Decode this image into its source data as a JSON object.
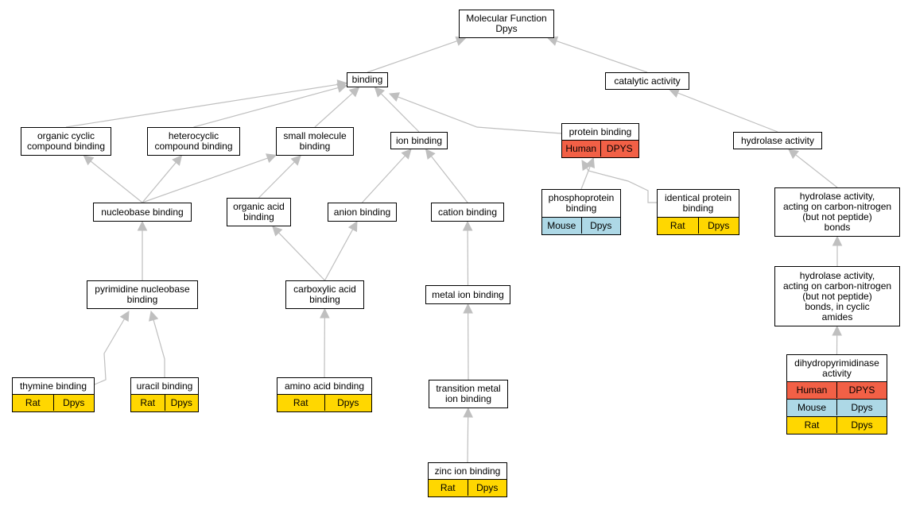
{
  "colors": {
    "edge": "#bfbfbf",
    "human": "#f26046",
    "mouse": "#add8e6",
    "rat": "#ffd700"
  },
  "nodes": [
    {
      "id": "mf",
      "lines": [
        "Molecular Function",
        "Dpys"
      ],
      "annotations": []
    },
    {
      "id": "binding",
      "lines": [
        "binding"
      ],
      "annotations": []
    },
    {
      "id": "catalytic",
      "lines": [
        "catalytic activity"
      ],
      "annotations": []
    },
    {
      "id": "organic-cyclic",
      "lines": [
        "organic cyclic",
        "compound binding"
      ],
      "annotations": []
    },
    {
      "id": "heterocyclic",
      "lines": [
        "heterocyclic",
        "compound binding"
      ],
      "annotations": []
    },
    {
      "id": "small-molecule",
      "lines": [
        "small molecule",
        "binding"
      ],
      "annotations": []
    },
    {
      "id": "ion",
      "lines": [
        "ion binding"
      ],
      "annotations": []
    },
    {
      "id": "protein",
      "lines": [
        "protein binding"
      ],
      "annotations": [
        {
          "species": "Human",
          "gene": "DPYS",
          "color": "#f26046"
        }
      ]
    },
    {
      "id": "hydrolase",
      "lines": [
        "hydrolase activity"
      ],
      "annotations": []
    },
    {
      "id": "nucleobase",
      "lines": [
        "nucleobase binding"
      ],
      "annotations": []
    },
    {
      "id": "organic-acid",
      "lines": [
        "organic acid",
        "binding"
      ],
      "annotations": []
    },
    {
      "id": "anion",
      "lines": [
        "anion binding"
      ],
      "annotations": []
    },
    {
      "id": "cation",
      "lines": [
        "cation binding"
      ],
      "annotations": []
    },
    {
      "id": "phosphoprotein",
      "lines": [
        "phosphoprotein",
        "binding"
      ],
      "annotations": [
        {
          "species": "Mouse",
          "gene": "Dpys",
          "color": "#add8e6"
        }
      ]
    },
    {
      "id": "identical-protein",
      "lines": [
        "identical protein",
        "binding"
      ],
      "annotations": [
        {
          "species": "Rat",
          "gene": "Dpys",
          "color": "#ffd700"
        }
      ]
    },
    {
      "id": "hydrolase-cn",
      "lines": [
        "hydrolase activity,",
        "acting on carbon-nitrogen",
        "(but not peptide)",
        "bonds"
      ],
      "annotations": []
    },
    {
      "id": "pyrimidine-nucleobase",
      "lines": [
        "pyrimidine nucleobase",
        "binding"
      ],
      "annotations": []
    },
    {
      "id": "carboxylic-acid",
      "lines": [
        "carboxylic acid",
        "binding"
      ],
      "annotations": []
    },
    {
      "id": "metal-ion",
      "lines": [
        "metal ion binding"
      ],
      "annotations": []
    },
    {
      "id": "hydrolase-cn-cyclic",
      "lines": [
        "hydrolase activity,",
        "acting on carbon-nitrogen",
        "(but not peptide)",
        "bonds, in cyclic",
        "amides"
      ],
      "annotations": []
    },
    {
      "id": "thymine",
      "lines": [
        "thymine binding"
      ],
      "annotations": [
        {
          "species": "Rat",
          "gene": "Dpys",
          "color": "#ffd700"
        }
      ]
    },
    {
      "id": "uracil",
      "lines": [
        "uracil binding"
      ],
      "annotations": [
        {
          "species": "Rat",
          "gene": "Dpys",
          "color": "#ffd700"
        }
      ]
    },
    {
      "id": "amino-acid",
      "lines": [
        "amino acid binding"
      ],
      "annotations": [
        {
          "species": "Rat",
          "gene": "Dpys",
          "color": "#ffd700"
        }
      ]
    },
    {
      "id": "transition-metal",
      "lines": [
        "transition metal",
        "ion binding"
      ],
      "annotations": []
    },
    {
      "id": "dihydropyrimidinase",
      "lines": [
        "dihydropyrimidinase",
        "activity"
      ],
      "annotations": [
        {
          "species": "Human",
          "gene": "DPYS",
          "color": "#f26046"
        },
        {
          "species": "Mouse",
          "gene": "Dpys",
          "color": "#add8e6"
        },
        {
          "species": "Rat",
          "gene": "Dpys",
          "color": "#ffd700"
        }
      ]
    },
    {
      "id": "zinc-ion",
      "lines": [
        "zinc ion binding"
      ],
      "annotations": [
        {
          "species": "Rat",
          "gene": "Dpys",
          "color": "#ffd700"
        }
      ]
    }
  ],
  "edges": [
    {
      "from": "binding",
      "to": "mf"
    },
    {
      "from": "catalytic",
      "to": "mf"
    },
    {
      "from": "organic-cyclic",
      "to": "binding"
    },
    {
      "from": "heterocyclic",
      "to": "binding"
    },
    {
      "from": "small-molecule",
      "to": "binding"
    },
    {
      "from": "ion",
      "to": "binding"
    },
    {
      "from": "protein",
      "to": "binding"
    },
    {
      "from": "hydrolase",
      "to": "catalytic"
    },
    {
      "from": "nucleobase",
      "to": "organic-cyclic"
    },
    {
      "from": "nucleobase",
      "to": "heterocyclic"
    },
    {
      "from": "nucleobase",
      "to": "small-molecule"
    },
    {
      "from": "organic-acid",
      "to": "small-molecule"
    },
    {
      "from": "anion",
      "to": "ion"
    },
    {
      "from": "cation",
      "to": "ion"
    },
    {
      "from": "phosphoprotein",
      "to": "protein"
    },
    {
      "from": "identical-protein",
      "to": "protein"
    },
    {
      "from": "hydrolase-cn",
      "to": "hydrolase"
    },
    {
      "from": "pyrimidine-nucleobase",
      "to": "nucleobase"
    },
    {
      "from": "carboxylic-acid",
      "to": "organic-acid"
    },
    {
      "from": "carboxylic-acid",
      "to": "anion"
    },
    {
      "from": "metal-ion",
      "to": "cation"
    },
    {
      "from": "hydrolase-cn-cyclic",
      "to": "hydrolase-cn"
    },
    {
      "from": "thymine",
      "to": "pyrimidine-nucleobase"
    },
    {
      "from": "uracil",
      "to": "pyrimidine-nucleobase"
    },
    {
      "from": "amino-acid",
      "to": "carboxylic-acid"
    },
    {
      "from": "transition-metal",
      "to": "metal-ion"
    },
    {
      "from": "dihydropyrimidinase",
      "to": "hydrolase-cn-cyclic"
    },
    {
      "from": "zinc-ion",
      "to": "transition-metal"
    }
  ]
}
